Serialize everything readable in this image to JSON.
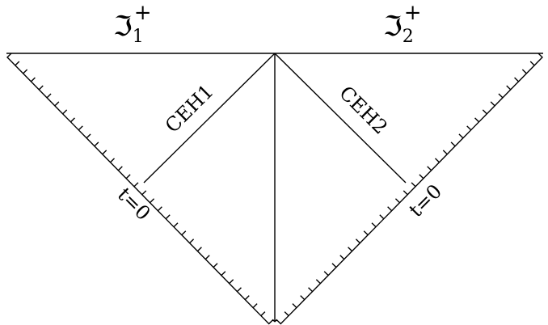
{
  "labels": {
    "scri_1": {
      "symbol": "ℑ",
      "sub": "1",
      "sup": "+"
    },
    "scri_2": {
      "symbol": "ℑ",
      "sub": "2",
      "sup": "+"
    },
    "horizon_1": "CEH1",
    "horizon_2": "CEH2",
    "time_left": "t=0",
    "time_right": "t=0"
  },
  "colors": {
    "stroke": "#000000",
    "background": "#ffffff"
  }
}
